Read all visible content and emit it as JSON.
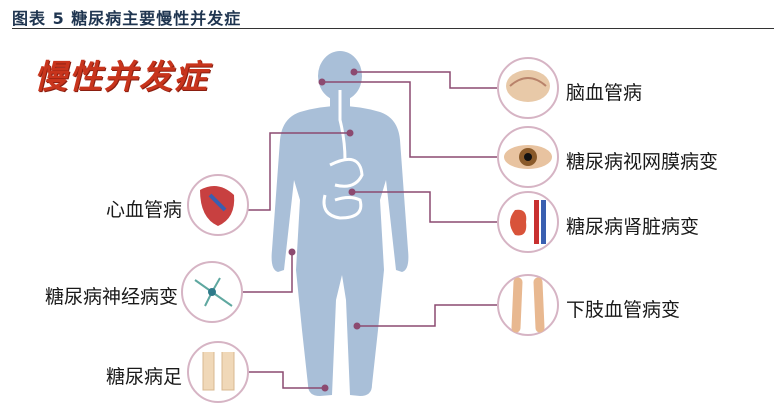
{
  "caption": "图表 5 糖尿病主要慢性并发症",
  "heading": "慢性并发症",
  "right_items": [
    {
      "label": "脑血管病",
      "icon": "brain-icon"
    },
    {
      "label": "糖尿病视网膜病变",
      "icon": "eye-icon"
    },
    {
      "label": "糖尿病肾脏病变",
      "icon": "kidney-icon"
    },
    {
      "label": "下肢血管病变",
      "icon": "legs-icon"
    }
  ],
  "left_items": [
    {
      "label": "心血管病",
      "icon": "heart-icon"
    },
    {
      "label": "糖尿病神经病变",
      "icon": "neuron-icon"
    },
    {
      "label": "糖尿病足",
      "icon": "feet-icon"
    }
  ],
  "colors": {
    "body": "#a9bfd8",
    "connector": "#8c4a70",
    "heading": "#c8341c"
  }
}
